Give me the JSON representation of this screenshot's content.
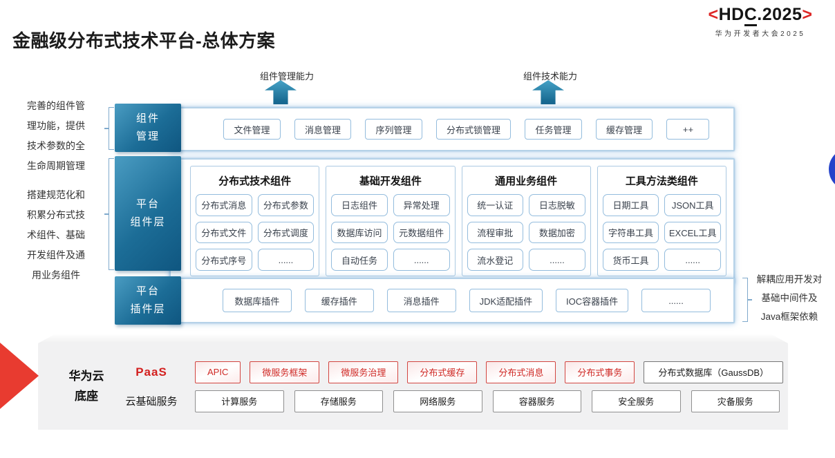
{
  "slide": {
    "title": "金融级分布式技术平台-总体方案",
    "logo": {
      "lt": "<",
      "hd": "HD",
      "c": "C",
      "rest": ".2025",
      "gt": ">",
      "subtitle": "华为开发者大会2025"
    },
    "arrows": [
      {
        "label": "组件管理能力"
      },
      {
        "label": "组件技术能力"
      }
    ],
    "left_notes": [
      {
        "lines": [
          "完善的组件管",
          "理功能，提供",
          "技术参数的全",
          "生命周期管理"
        ]
      },
      {
        "lines": [
          "搭建规范化和",
          "积累分布式技",
          "术组件、基础",
          "开发组件及通",
          "用业务组件"
        ]
      }
    ],
    "right_note": {
      "lines": [
        "解耦应用开发对",
        "基础中间件及",
        "Java框架依赖"
      ]
    },
    "rows": [
      {
        "label": "组件管理",
        "label_lines": [
          "组件",
          "管理"
        ],
        "items": [
          "文件管理",
          "消息管理",
          "序列管理",
          "分布式锁管理",
          "任务管理",
          "缓存管理",
          "++"
        ]
      },
      {
        "label": "平台组件层",
        "label_lines": [
          "平台",
          "组件层"
        ],
        "columns": [
          {
            "header": "分布式技术组件",
            "items": [
              "分布式消息",
              "分布式参数",
              "分布式文件",
              "分布式调度",
              "分布式序号",
              "......"
            ]
          },
          {
            "header": "基础开发组件",
            "items": [
              "日志组件",
              "异常处理",
              "数据库访问",
              "元数据组件",
              "自动任务",
              "......"
            ]
          },
          {
            "header": "通用业务组件",
            "items": [
              "统一认证",
              "日志脱敏",
              "流程审批",
              "数据加密",
              "流水登记",
              "......"
            ]
          },
          {
            "header": "工具方法类组件",
            "items": [
              "日期工具",
              "JSON工具",
              "字符串工具",
              "EXCEL工具",
              "货币工具",
              "......"
            ]
          }
        ]
      },
      {
        "label": "平台插件层",
        "label_lines": [
          "平台",
          "插件层"
        ],
        "items": [
          "数据库插件",
          "缓存插件",
          "消息插件",
          "JDK适配插件",
          "IOC容器插件",
          "......"
        ]
      }
    ],
    "foundation": {
      "label": "华为云底座",
      "label_lines": [
        "华为云",
        "底座"
      ],
      "paas": {
        "label": "PaaS",
        "red_items": [
          "APIC",
          "微服务框架",
          "微服务治理",
          "分布式缓存",
          "分布式消息",
          "分布式事务"
        ],
        "neutral_item": "分布式数据库（GaussDB）"
      },
      "iaas": {
        "label": "云基础服务",
        "items": [
          "计算服务",
          "存储服务",
          "网络服务",
          "容器服务",
          "安全服务",
          "灾备服务"
        ]
      }
    },
    "colors": {
      "accent_red": "#dd2726",
      "layer_teal_dark": "#0f5680",
      "layer_teal_light": "#4a9cc2",
      "box_border_blue": "#93bcdd",
      "blue_dot": "#2543ca",
      "panel_gray": "#f1f1f2"
    }
  }
}
